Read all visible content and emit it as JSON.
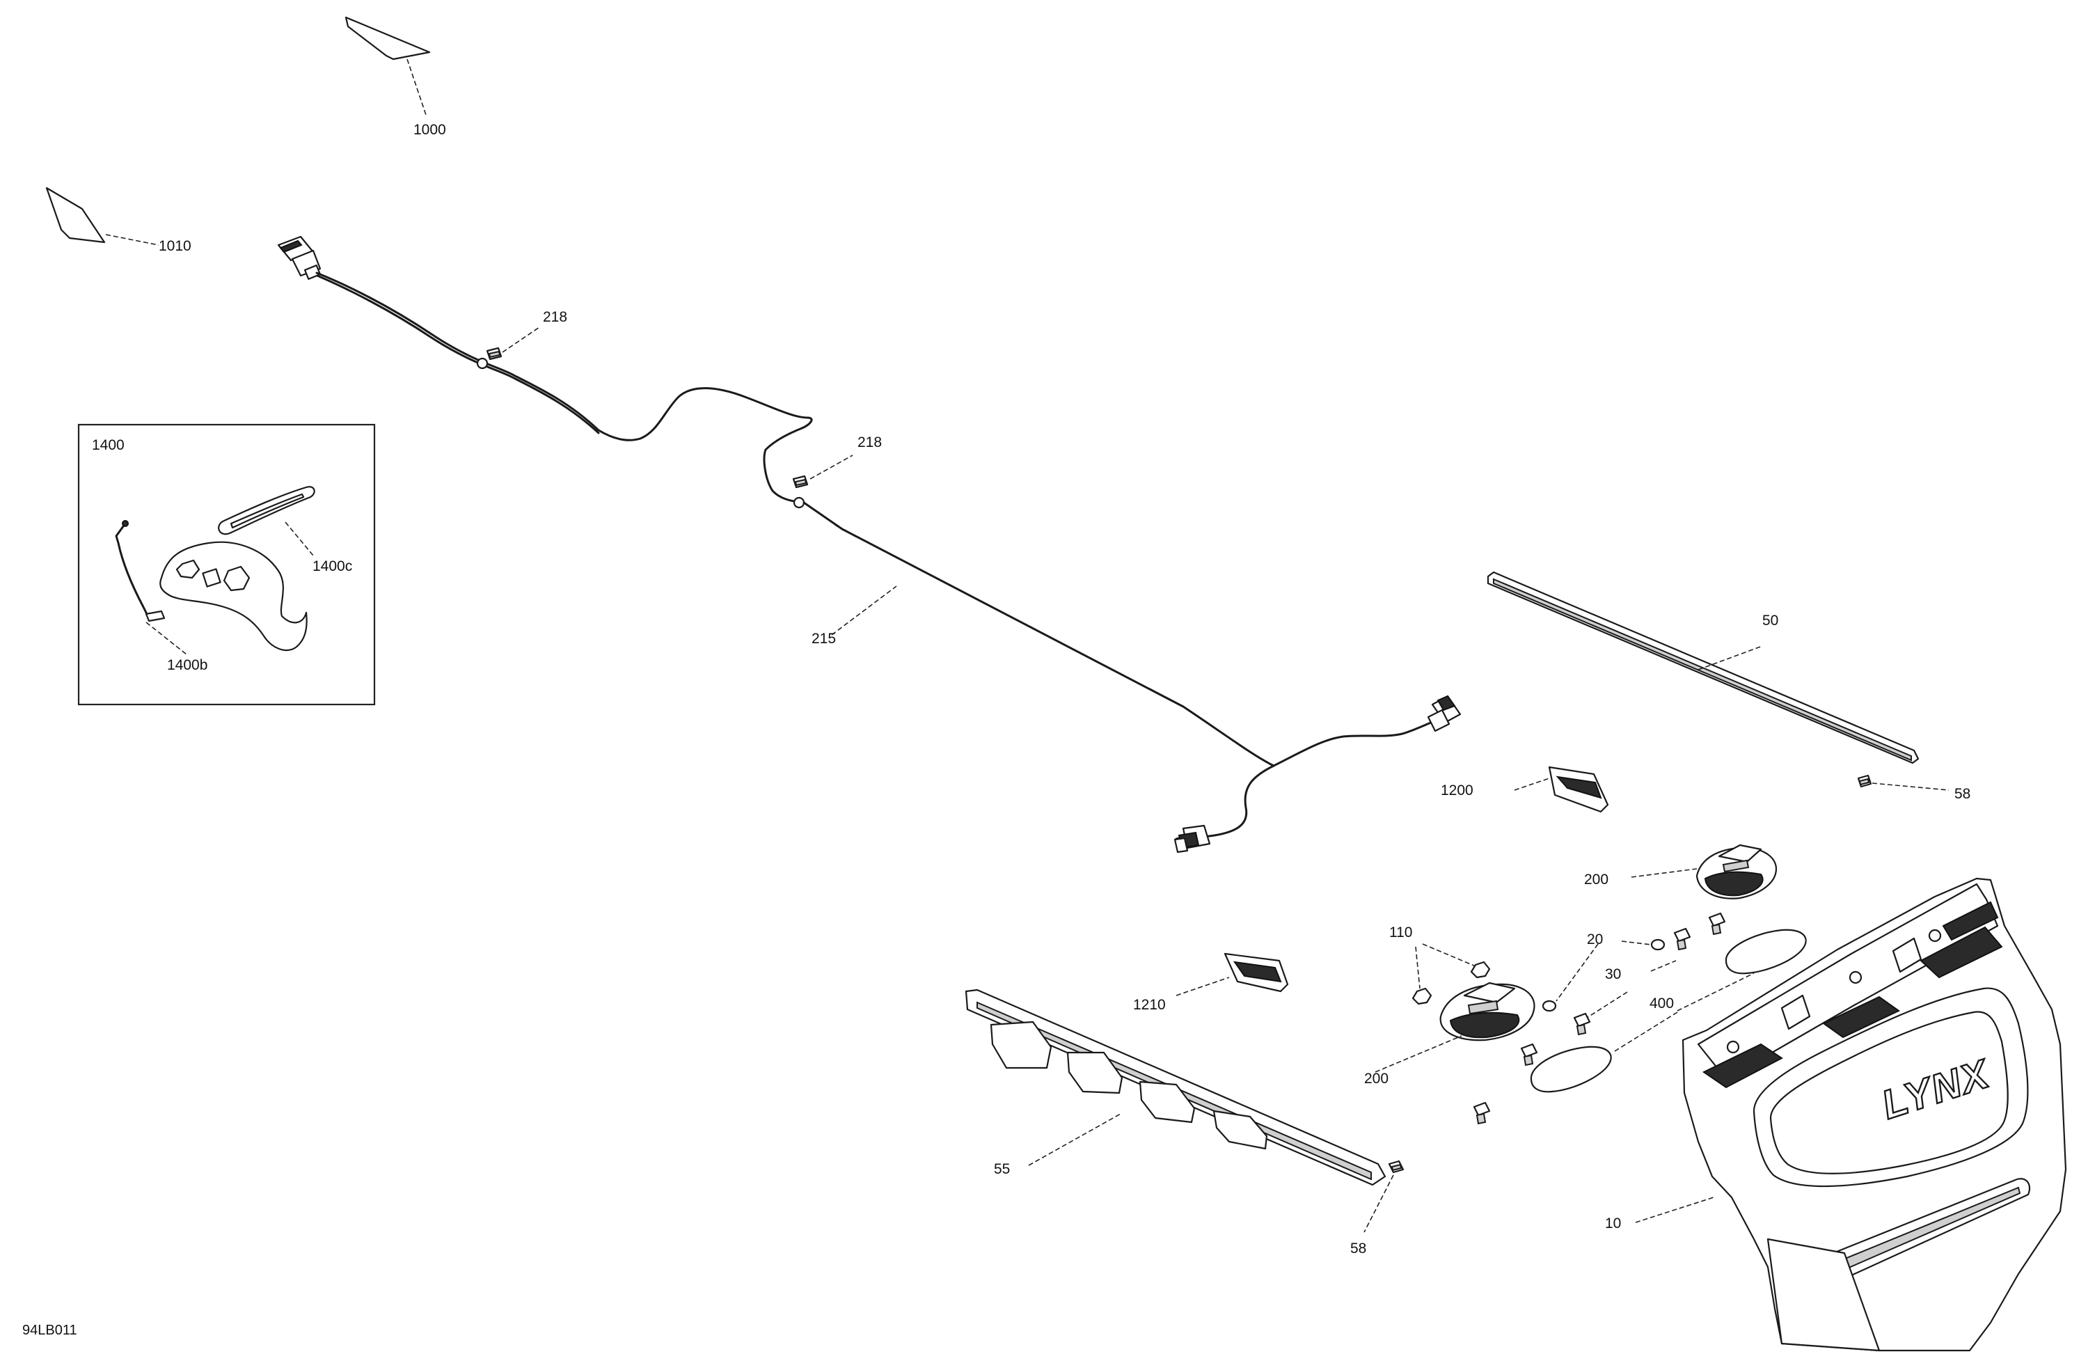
{
  "callouts": {
    "c1000": "1000",
    "c1010": "1010",
    "c218a": "218",
    "c218b": "218",
    "c1400": "1400",
    "c1400c": "1400c",
    "c1400b": "1400b",
    "c215": "215",
    "c50": "50",
    "c58a": "58",
    "c1200": "1200",
    "c200a": "200",
    "c110": "110",
    "c20": "20",
    "c30": "30",
    "c400": "400",
    "c1210": "1210",
    "c200b": "200",
    "c55": "55",
    "c58b": "58",
    "c10": "10"
  },
  "brand_text": "LYNX",
  "drawing_ref": "94LB011"
}
